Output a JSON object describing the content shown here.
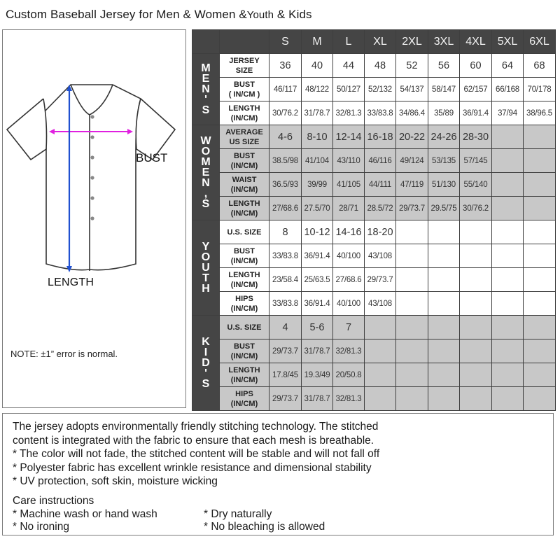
{
  "title": {
    "main": "Custom Baseball Jersey for Men & Women &",
    "youth": "Youth",
    "tail": "& Kids"
  },
  "diagram": {
    "bust_label": "BUST",
    "length_label": "LENGTH",
    "bust_arrow_color": "#e020e0",
    "length_arrow_color": "#2050d0",
    "note": "NOTE:  ±1” error is normal."
  },
  "size_table": {
    "columns": [
      "S",
      "M",
      "L",
      "XL",
      "2XL",
      "3XL",
      "4XL",
      "5XL",
      "6XL"
    ],
    "sections": [
      {
        "label": [
          "M",
          "E",
          "N",
          "'",
          "S"
        ],
        "shade": "white",
        "rows": [
          {
            "label": "JERSEY",
            "sub": "SIZE",
            "big": true,
            "values": [
              "36",
              "40",
              "44",
              "48",
              "52",
              "56",
              "60",
              "64",
              "68"
            ]
          },
          {
            "label": "BUST",
            "sub": "( IN/CM )",
            "values": [
              "46/117",
              "48/122",
              "50/127",
              "52/132",
              "54/137",
              "58/147",
              "62/157",
              "66/168",
              "70/178"
            ]
          },
          {
            "label": "LENGTH",
            "sub": "(IN/CM)",
            "values": [
              "30/76.2",
              "31/78.7",
              "32/81.3",
              "33/83.8",
              "34/86.4",
              "35/89",
              "36/91.4",
              "37/94",
              "38/96.5"
            ]
          }
        ]
      },
      {
        "label": [
          "W",
          "O",
          "M",
          "E",
          "N",
          ",",
          "S"
        ],
        "shade": "gray",
        "rows": [
          {
            "label": "AVERAGE",
            "sub": "US SIZE",
            "big": true,
            "values": [
              "4-6",
              "8-10",
              "12-14",
              "16-18",
              "20-22",
              "24-26",
              "28-30",
              "",
              ""
            ]
          },
          {
            "label": "BUST",
            "sub": "(IN/CM)",
            "values": [
              "38.5/98",
              "41/104",
              "43/110",
              "46/116",
              "49/124",
              "53/135",
              "57/145",
              "",
              ""
            ]
          },
          {
            "label": "WAIST",
            "sub": "(IN/CM)",
            "values": [
              "36.5/93",
              "39/99",
              "41/105",
              "44/111",
              "47/119",
              "51/130",
              "55/140",
              "",
              ""
            ]
          },
          {
            "label": "LENGTH",
            "sub": "(IN/CM)",
            "values": [
              "27/68.6",
              "27.5/70",
              "28/71",
              "28.5/72",
              "29/73.7",
              "29.5/75",
              "30/76.2",
              "",
              ""
            ]
          }
        ]
      },
      {
        "label": [
          "Y",
          "O",
          "U",
          "T",
          "H"
        ],
        "shade": "white",
        "rows": [
          {
            "label": "U.S. SIZE",
            "sub": "",
            "big": true,
            "values": [
              "8",
              "10-12",
              "14-16",
              "18-20",
              "",
              "",
              "",
              "",
              ""
            ]
          },
          {
            "label": "BUST",
            "sub": "(IN/CM)",
            "values": [
              "33/83.8",
              "36/91.4",
              "40/100",
              "43/108",
              "",
              "",
              "",
              "",
              ""
            ]
          },
          {
            "label": "LENGTH",
            "sub": "(IN/CM)",
            "values": [
              "23/58.4",
              "25/63.5",
              "27/68.6",
              "29/73.7",
              "",
              "",
              "",
              "",
              ""
            ]
          },
          {
            "label": "HIPS",
            "sub": "(IN/CM)",
            "values": [
              "33/83.8",
              "36/91.4",
              "40/100",
              "43/108",
              "",
              "",
              "",
              "",
              ""
            ]
          }
        ]
      },
      {
        "label": [
          "K",
          "I",
          "D",
          "'",
          "S"
        ],
        "shade": "gray",
        "rows": [
          {
            "label": "U.S. SIZE",
            "sub": "",
            "big": true,
            "values": [
              "4",
              "5-6",
              "7",
              "",
              "",
              "",
              "",
              "",
              ""
            ]
          },
          {
            "label": "BUST",
            "sub": "(IN/CM)",
            "values": [
              "29/73.7",
              "31/78.7",
              "32/81.3",
              "",
              "",
              "",
              "",
              "",
              ""
            ]
          },
          {
            "label": "LENGTH",
            "sub": "(IN/CM)",
            "values": [
              "17.8/45",
              "19.3/49",
              "20/50.8",
              "",
              "",
              "",
              "",
              "",
              ""
            ]
          },
          {
            "label": "HIPS",
            "sub": "(IN/CM)",
            "values": [
              "29/73.7",
              "31/78.7",
              "32/81.3",
              "",
              "",
              "",
              "",
              "",
              ""
            ]
          }
        ]
      }
    ]
  },
  "description": {
    "lines": [
      "The jersey adopts environmentally friendly stitching technology. The stitched",
      "content is integrated with the fabric to ensure that each mesh is breathable.",
      "* The color will not fade, the stitched content will be stable and will not fall off",
      "* Polyester fabric has excellent wrinkle resistance and dimensional stability",
      "* UV protection, soft skin, moisture wicking"
    ],
    "care_title": "Care instructions",
    "care_items": [
      "* Machine wash or hand wash",
      "* Dry naturally",
      "* No ironing",
      "* No bleaching is allowed"
    ]
  }
}
